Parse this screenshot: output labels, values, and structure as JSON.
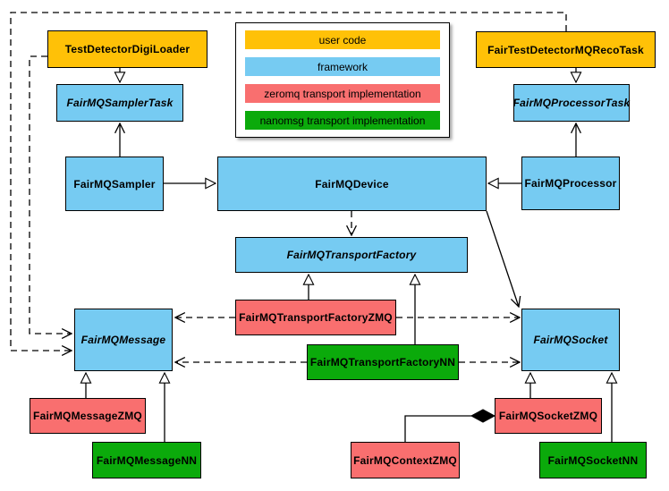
{
  "colors": {
    "user_code": "#FFC107",
    "framework": "#76CBF2",
    "zeromq": "#F96F6F",
    "nanomsg": "#0BAA0B",
    "line": "#000000",
    "background": "#FFFFFF"
  },
  "legend": {
    "items": [
      {
        "label": "user code",
        "category": "user_code"
      },
      {
        "label": "framework",
        "category": "framework"
      },
      {
        "label": "zeromq transport implementation",
        "category": "zeromq"
      },
      {
        "label": "nanomsg transport implementation",
        "category": "nanomsg"
      }
    ]
  },
  "nodes": {
    "test_detector_digi_loader": {
      "label": "TestDetectorDigiLoader",
      "category": "user_code",
      "abstract": false
    },
    "fair_test_detector_mq_reco_task": {
      "label": "FairTestDetectorMQRecoTask",
      "category": "user_code",
      "abstract": false
    },
    "fairmq_sampler_task": {
      "label": "FairMQSamplerTask",
      "category": "framework",
      "abstract": true
    },
    "fairmq_processor_task": {
      "label": "FairMQProcessorTask",
      "category": "framework",
      "abstract": true
    },
    "fairmq_sampler": {
      "label": "FairMQSampler",
      "category": "framework",
      "abstract": false
    },
    "fairmq_device": {
      "label": "FairMQDevice",
      "category": "framework",
      "abstract": false
    },
    "fairmq_processor": {
      "label": "FairMQProcessor",
      "category": "framework",
      "abstract": false
    },
    "fairmq_transport_factory": {
      "label": "FairMQTransportFactory",
      "category": "framework",
      "abstract": true
    },
    "fairmq_transport_factory_zmq": {
      "label": "FairMQTransportFactoryZMQ",
      "category": "zeromq",
      "abstract": false
    },
    "fairmq_transport_factory_nn": {
      "label": "FairMQTransportFactoryNN",
      "category": "nanomsg",
      "abstract": false
    },
    "fairmq_message": {
      "label": "FairMQMessage",
      "category": "framework",
      "abstract": true
    },
    "fairmq_socket": {
      "label": "FairMQSocket",
      "category": "framework",
      "abstract": true
    },
    "fairmq_message_zmq": {
      "label": "FairMQMessageZMQ",
      "category": "zeromq",
      "abstract": false
    },
    "fairmq_message_nn": {
      "label": "FairMQMessageNN",
      "category": "nanomsg",
      "abstract": false
    },
    "fairmq_socket_zmq": {
      "label": "FairMQSocketZMQ",
      "category": "zeromq",
      "abstract": false
    },
    "fairmq_socket_nn": {
      "label": "FairMQSocketNN",
      "category": "nanomsg",
      "abstract": false
    },
    "fairmq_context_zmq": {
      "label": "FairMQContextZMQ",
      "category": "zeromq",
      "abstract": false
    }
  },
  "relationships": [
    {
      "from": "TestDetectorDigiLoader",
      "to": "FairMQSamplerTask",
      "type": "generalization"
    },
    {
      "from": "FairMQSampler",
      "to": "FairMQSamplerTask",
      "type": "association"
    },
    {
      "from": "FairTestDetectorMQRecoTask",
      "to": "FairMQProcessorTask",
      "type": "generalization"
    },
    {
      "from": "FairMQProcessor",
      "to": "FairMQProcessorTask",
      "type": "association"
    },
    {
      "from": "FairMQSampler",
      "to": "FairMQDevice",
      "type": "generalization"
    },
    {
      "from": "FairMQProcessor",
      "to": "FairMQDevice",
      "type": "generalization"
    },
    {
      "from": "FairMQDevice",
      "to": "FairMQTransportFactory",
      "type": "dependency"
    },
    {
      "from": "FairMQDevice",
      "to": "FairMQSocket",
      "type": "association"
    },
    {
      "from": "FairMQTransportFactoryZMQ",
      "to": "FairMQTransportFactory",
      "type": "generalization"
    },
    {
      "from": "FairMQTransportFactoryNN",
      "to": "FairMQTransportFactory",
      "type": "generalization"
    },
    {
      "from": "FairMQTransportFactoryZMQ",
      "to": "FairMQMessage",
      "type": "dependency"
    },
    {
      "from": "FairMQTransportFactoryZMQ",
      "to": "FairMQSocket",
      "type": "dependency"
    },
    {
      "from": "FairMQTransportFactoryNN",
      "to": "FairMQMessage",
      "type": "dependency"
    },
    {
      "from": "FairMQTransportFactoryNN",
      "to": "FairMQSocket",
      "type": "dependency"
    },
    {
      "from": "FairMQMessageZMQ",
      "to": "FairMQMessage",
      "type": "generalization"
    },
    {
      "from": "FairMQMessageNN",
      "to": "FairMQMessage",
      "type": "generalization"
    },
    {
      "from": "FairMQSocketZMQ",
      "to": "FairMQSocket",
      "type": "generalization"
    },
    {
      "from": "FairMQSocketNN",
      "to": "FairMQSocket",
      "type": "generalization"
    },
    {
      "from": "FairMQContextZMQ",
      "to": "FairMQSocketZMQ",
      "type": "aggregation"
    },
    {
      "from": "TestDetectorDigiLoader",
      "to": "FairMQMessage",
      "type": "dependency"
    },
    {
      "from": "FairTestDetectorMQRecoTask",
      "to": "FairMQMessage",
      "type": "dependency"
    }
  ]
}
